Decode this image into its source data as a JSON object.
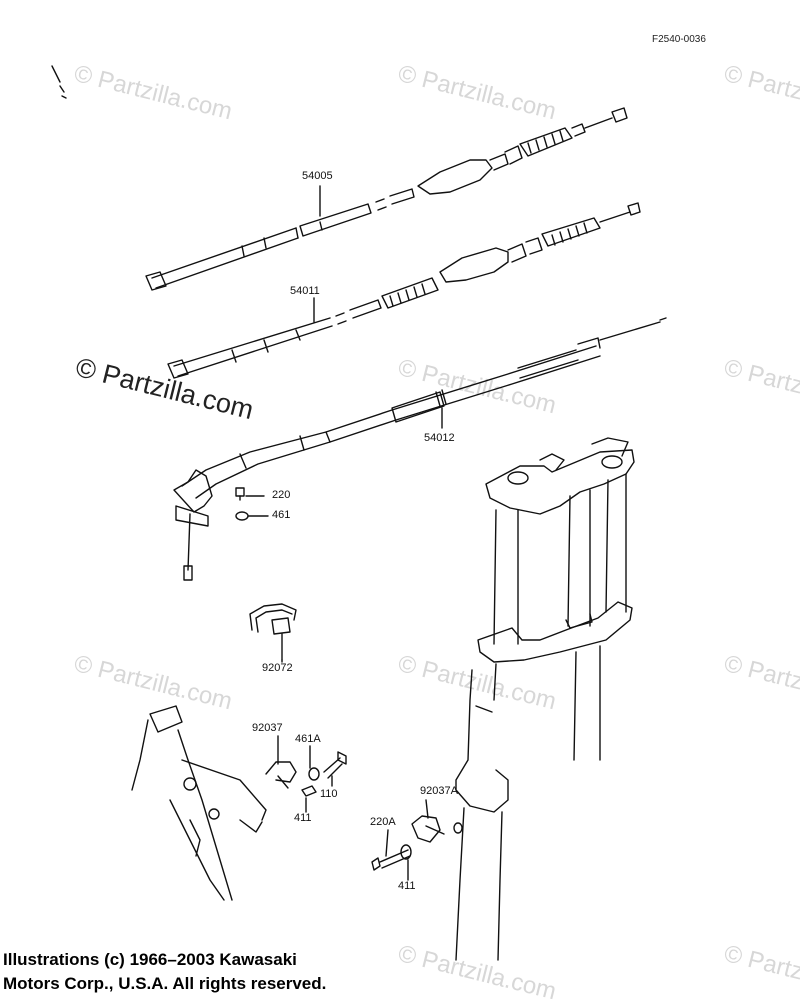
{
  "figure_code": "F2540-0036",
  "watermark": {
    "text": "© Partzilla.com",
    "highlight_text": "© Partzilla.com"
  },
  "part_labels": {
    "p54005": "54005",
    "p54011": "54011",
    "p54012": "54012",
    "p220": "220",
    "p461": "461",
    "p92072": "92072",
    "p92037": "92037",
    "p461A": "461A",
    "p110": "110",
    "p411a": "411",
    "p92037A": "92037A",
    "p220A": "220A",
    "p411b": "411"
  },
  "copyright": {
    "line1": "Illustrations (c) 1966–2003 Kawasaki",
    "line2": "Motors Corp., U.S.A.  All rights reserved."
  }
}
